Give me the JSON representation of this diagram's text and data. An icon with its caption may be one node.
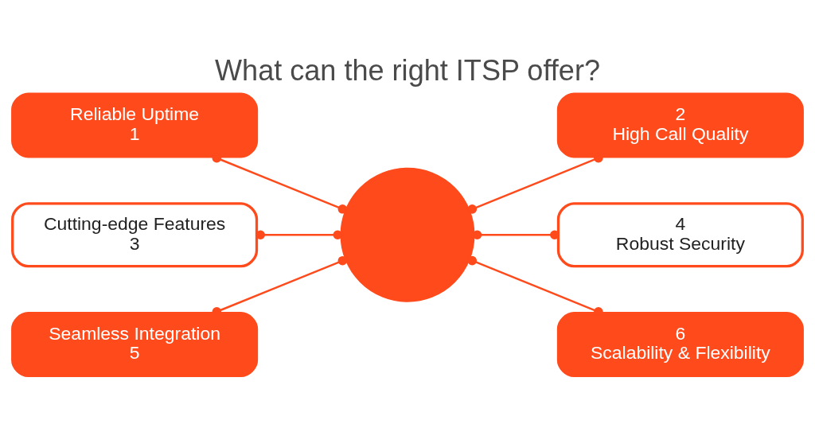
{
  "diagram": {
    "title": "What can the right ITSP offer?",
    "nodes": [
      {
        "text": [
          "Reliable Uptime",
          "1"
        ]
      },
      {
        "text": [
          "2",
          "High Call Quality"
        ]
      },
      {
        "text": [
          "Cutting-edge Features",
          "3"
        ]
      },
      {
        "text": [],
        "shape": "circle"
      },
      {
        "text": [
          "4",
          "Robust Security"
        ]
      },
      {
        "text": [
          "Seamless Integration",
          "5"
        ]
      },
      {
        "text": [
          "6",
          "Scalability & Flexibility"
        ]
      }
    ],
    "edges": [
      {
        "from": 0,
        "to": 3,
        "arrow": "other"
      },
      {
        "from": 3,
        "to": 1,
        "arrow": "other"
      },
      {
        "from": 2,
        "to": 3,
        "arrow": "other"
      },
      {
        "from": 3,
        "to": 4,
        "arrow": "other"
      },
      {
        "from": 5,
        "to": 3,
        "arrow": "other"
      },
      {
        "from": 3,
        "to": 6,
        "arrow": "other"
      }
    ]
  }
}
